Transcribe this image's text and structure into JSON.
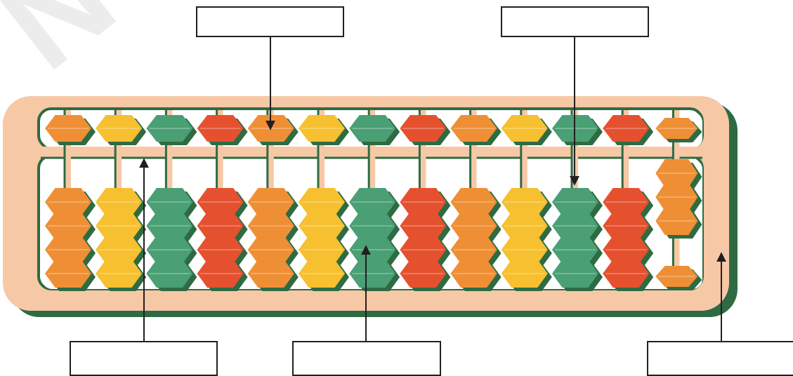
{
  "watermark": {
    "text": "NTED"
  },
  "colors": {
    "frame": "#f7c8a6",
    "frame_shadow": "#2e6b43",
    "frame_outline": "#2e6b43",
    "rod": "#f7c8a6",
    "orange": "#ef8f35",
    "yellow": "#f6c030",
    "green": "#4a9f75",
    "red": "#e5512f",
    "bead_shadow": "#2e6b43",
    "line": "#231f20"
  },
  "abacus": {
    "rods": [
      {
        "color": "orange"
      },
      {
        "color": "yellow"
      },
      {
        "color": "green"
      },
      {
        "color": "red"
      },
      {
        "color": "orange"
      },
      {
        "color": "yellow"
      },
      {
        "color": "green"
      },
      {
        "color": "red"
      },
      {
        "color": "orange"
      },
      {
        "color": "yellow"
      },
      {
        "color": "green"
      },
      {
        "color": "red"
      },
      {
        "color": "orange"
      }
    ],
    "upper_beads_per_rod": 1,
    "lower_beads_per_rod": 4
  },
  "label_boxes": [
    {
      "id": "upper-bead",
      "text": ""
    },
    {
      "id": "lower-bead",
      "text": ""
    },
    {
      "id": "beam",
      "text": ""
    },
    {
      "id": "rod",
      "text": ""
    },
    {
      "id": "frame",
      "text": ""
    }
  ]
}
